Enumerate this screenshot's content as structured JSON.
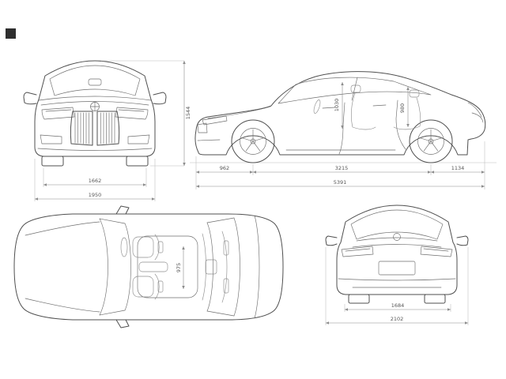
{
  "sheet": {
    "background": "#ffffff",
    "car_line_color": "#4f4f4f",
    "detail_line_color": "#6e6e6e",
    "seat_line_color": "#8f8f8f",
    "dim_line_color": "#8c8c8c",
    "dim_text_color": "#555555",
    "logo_color": "#2e2e2e"
  },
  "views": {
    "front": {
      "dims": {
        "overall_height": "1544",
        "track_width": "1662",
        "overall_width": "1950"
      }
    },
    "side": {
      "dims": {
        "front_headroom": "1030",
        "rear_headroom": "980",
        "front_overhang": "962",
        "wheelbase": "3215",
        "rear_overhang": "1134",
        "overall_length": "5391"
      }
    },
    "top": {
      "dims": {
        "cabin_width": "975"
      }
    },
    "rear": {
      "dims": {
        "rear_track": "1684",
        "overall_width_incl_mirrors": "2102"
      }
    }
  }
}
